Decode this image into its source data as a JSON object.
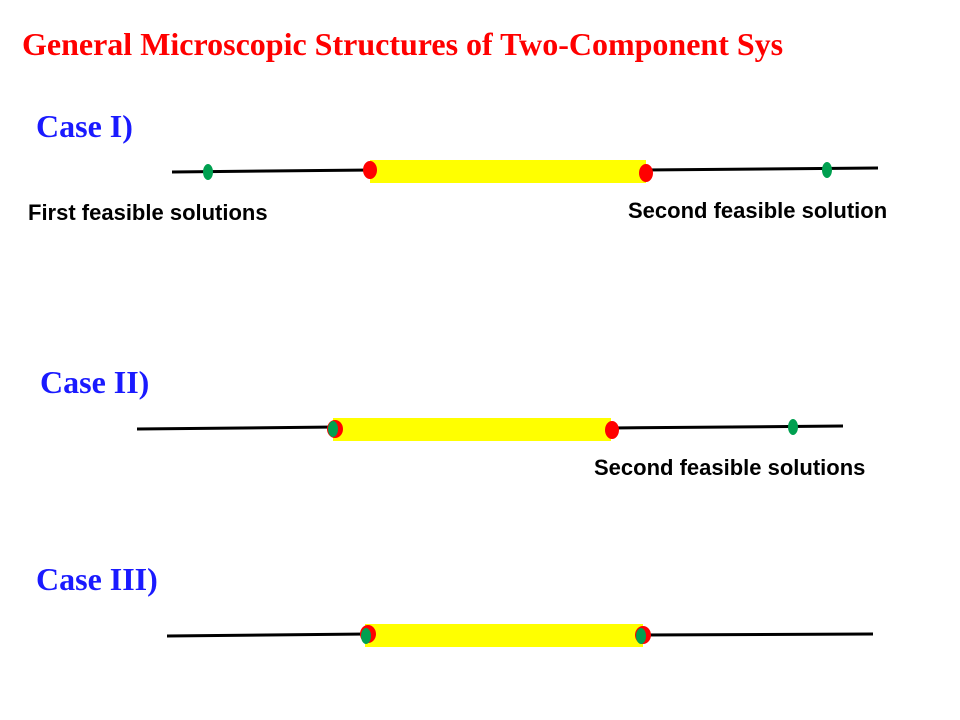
{
  "title": "General Microscopic Structures of Two-Component Sys",
  "colors": {
    "title": "#ff0000",
    "case_label": "#1a1aff",
    "line": "#000000",
    "highlight": "#ffff00",
    "red_point": "#ff0000",
    "green_point": "#00a050"
  },
  "cases": {
    "case1": {
      "label": "Case I)",
      "first_note": "First feasible solutions",
      "second_note": "Second feasible solution"
    },
    "case2": {
      "label": "Case II)",
      "second_note": "Second feasible solutions"
    },
    "case3": {
      "label": "Case III)"
    }
  }
}
